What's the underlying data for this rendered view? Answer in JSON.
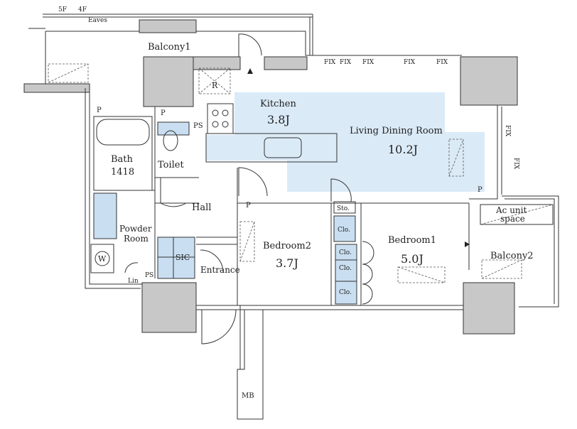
{
  "labels": {
    "floor_5f": "5F",
    "floor_4f": "4F",
    "eaves": "Eaves",
    "balcony1": "Balcony1",
    "fix1": "FIX",
    "fix2": "FIX",
    "fix3": "FIX",
    "fix4": "FIX",
    "fix5": "FIX",
    "fix_vertical1": "FIX",
    "fix_vertical2": "FIX",
    "r": "R",
    "kitchen": "Kitchen",
    "kitchen_size": "3.8J",
    "ldr": "Living Dining Room",
    "ldr_size": "10.2J",
    "p1": "P",
    "p2": "P",
    "p3": "P",
    "p4": "P",
    "ps1": "PS",
    "ps2": "PS",
    "bath": "Bath",
    "bath_size": "1418",
    "toilet": "Toilet",
    "hall": "Hall",
    "sto": "Sto.",
    "clo1": "Clo.",
    "clo2": "Clo.",
    "clo3": "Clo.",
    "clo4": "Clo.",
    "ac_unit": "Ac unit",
    "ac_space": "space",
    "powder_room1": "Powder",
    "powder_room2": "Room",
    "sic": "SIC",
    "w": "W",
    "lin": "Lin",
    "entrance": "Entrance",
    "bedroom2": "Bedroom2",
    "bedroom2_size": "3.7J",
    "bedroom1": "Bedroom1",
    "bedroom1_size": "5.0J",
    "balcony2": "Balcony2",
    "mb": "MB"
  },
  "colors": {
    "wall": "#c8c8c8",
    "line": "#333333",
    "highlight": "#dbeaf7",
    "fixture": "#c9def1"
  }
}
